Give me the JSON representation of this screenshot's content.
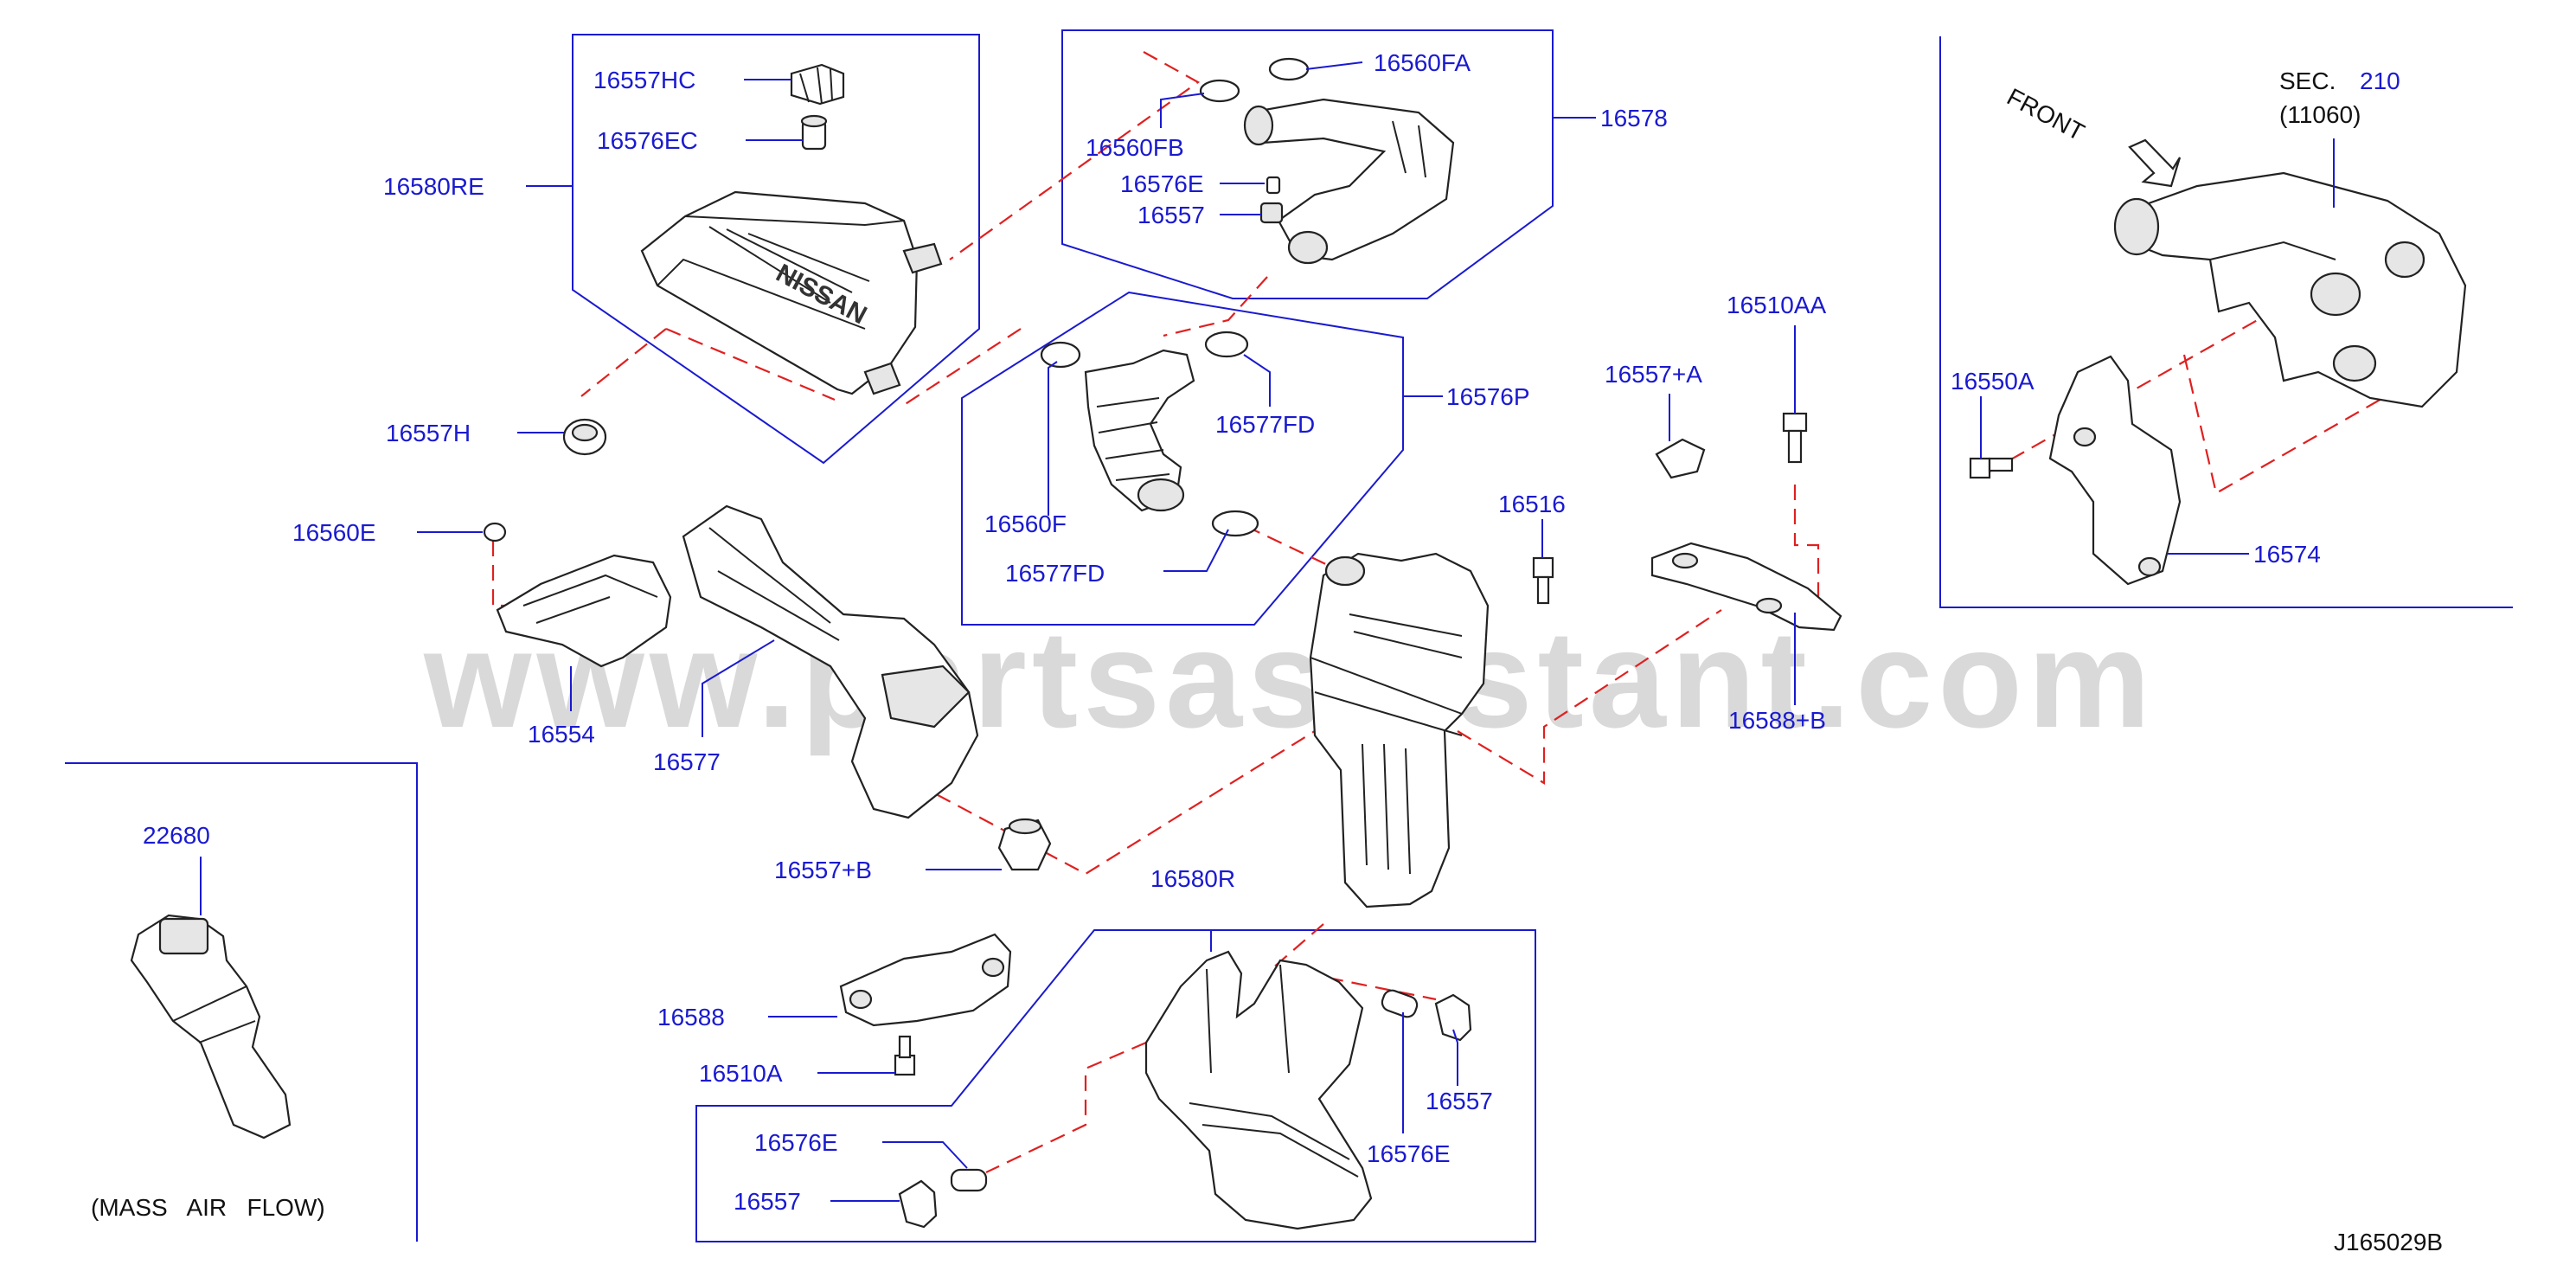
{
  "diagram_code": "J165029B",
  "watermark": "www.partsassistant.com",
  "front_label": "FRONT",
  "section_ref": {
    "prefix": "SEC.",
    "number": "210",
    "code": "(11060)"
  },
  "mass_air_flow_caption": "(MASS   AIR   FLOW)",
  "part_labels": {
    "p16557HC": "16557HC",
    "p16576EC": "16576EC",
    "p16580RE": "16580RE",
    "p16557H": "16557H",
    "p16560FA": "16560FA",
    "p16578": "16578",
    "p16560FB": "16560FB",
    "p16576E_top": "16576E",
    "p16557_top": "16557",
    "p16576P": "16576P",
    "p16577FD_top": "16577FD",
    "p16560F": "16560F",
    "p16577FD_bot": "16577FD",
    "p16560E": "16560E",
    "p16554": "16554",
    "p16577": "16577",
    "p16557B": "16557+B",
    "p16516": "16516",
    "p16557A": "16557+A",
    "p16510AA": "16510AA",
    "p16588B": "16588+B",
    "p16550A": "16550A",
    "p16574": "16574",
    "p22680": "22680",
    "p16580R": "16580R",
    "p16588": "16588",
    "p16510A": "16510A",
    "p16576E_bl": "16576E",
    "p16557_bl": "16557",
    "p16557_br": "16557",
    "p16576E_br": "16576E"
  }
}
